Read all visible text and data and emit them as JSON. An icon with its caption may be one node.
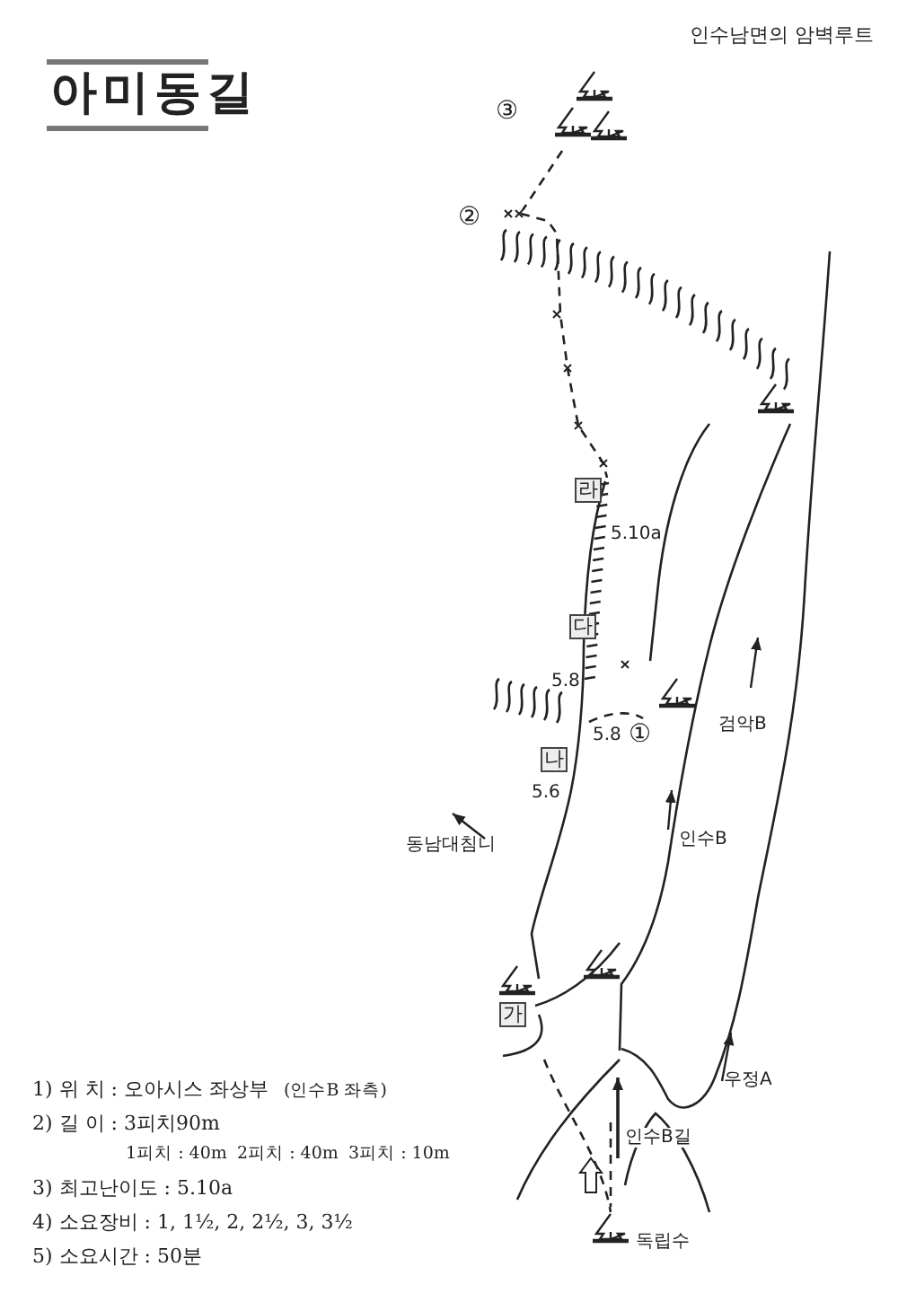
{
  "diagram": {
    "title": "아미동길",
    "labels": [
      "인수남면의 암벽루트",
      "③",
      "②",
      "라",
      "5.10a",
      "다",
      "5.8",
      "5.8",
      "①",
      "나",
      "5.6",
      "검악B",
      "동남대침니",
      "인수B",
      "가",
      "우정A",
      "인수B길",
      "독립수",
      "1) 위 치 : 오아시스 좌상부",
      "(인수B 좌측)",
      "2) 길 이 : 3피치90m",
      "1피치 : 40m",
      "2피치 : 40m",
      "3피치 : 10m",
      "3) 최고난이도 : 5.10a",
      "4) 소요장비 : 1, 1½, 2, 2½, 3, 3½",
      "5) 소요시간 : 50분"
    ]
  }
}
